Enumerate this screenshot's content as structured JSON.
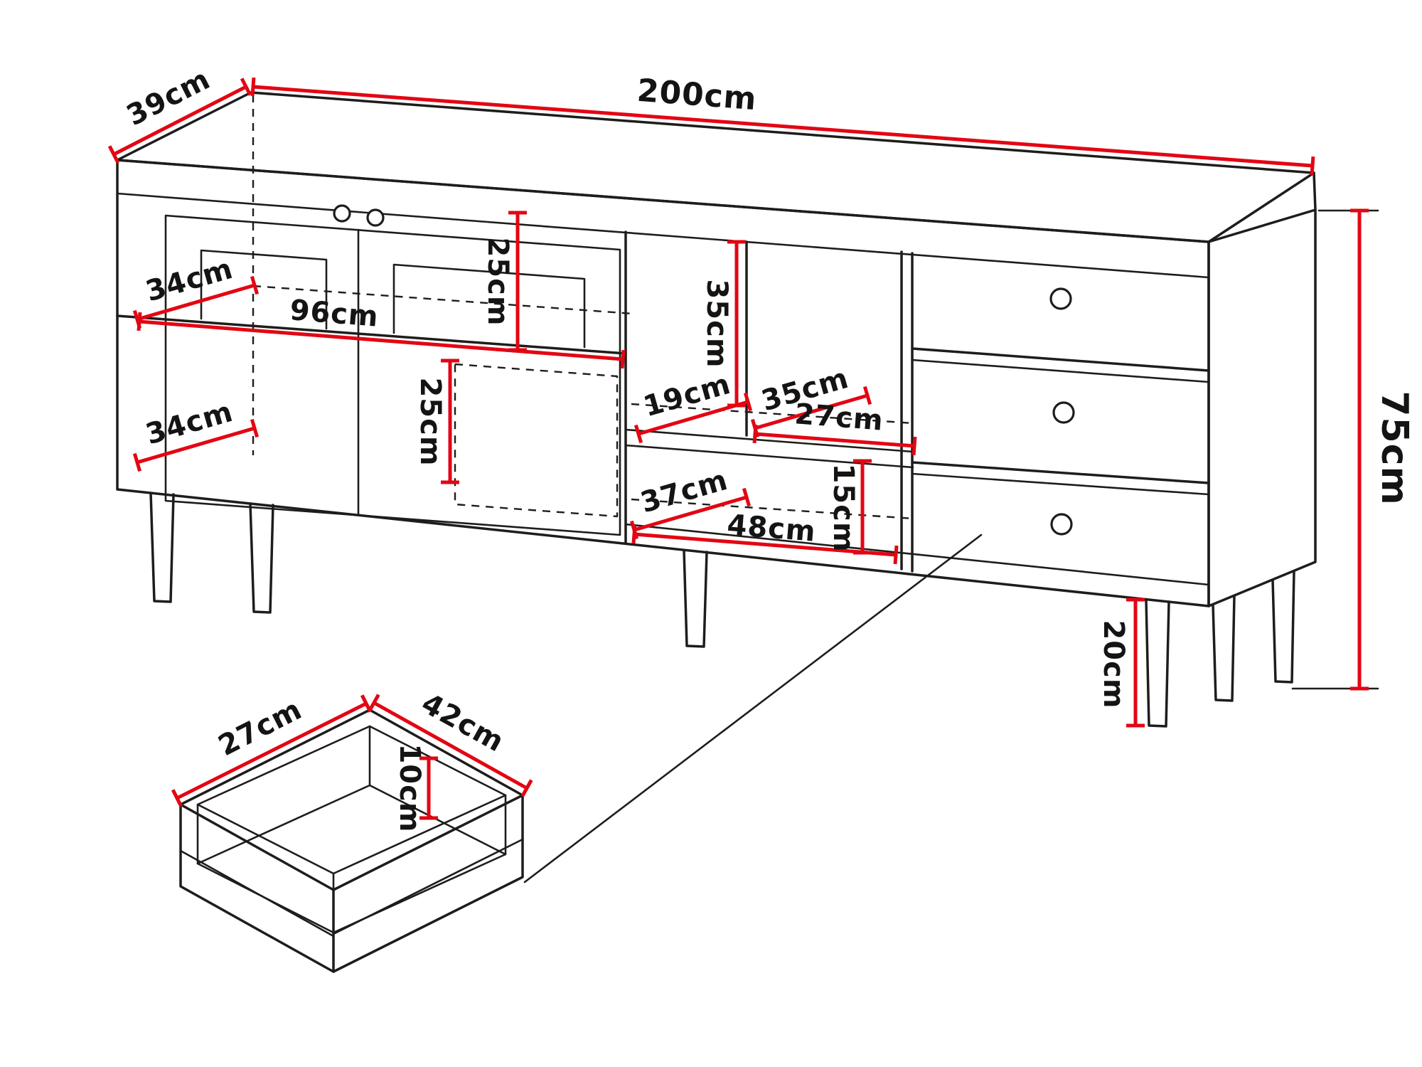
{
  "diagram": {
    "type": "furniture-dimension-diagram",
    "unit": "cm",
    "colors": {
      "outline": "#1d1d1b",
      "dimension_red": "#e30613",
      "background": "#ffffff"
    },
    "cabinet": {
      "depth": "39cm",
      "width": "200cm",
      "total_height": "75cm",
      "leg_height": "20cm",
      "left_shelf_depth_upper": "34cm",
      "left_shelf_width": "96cm",
      "left_upper_compartment_height": "25cm",
      "left_lower_compartment_height": "25cm",
      "left_shelf_depth_lower": "34cm",
      "middle_compartment_height": "35cm",
      "middle_niche_depth_left": "19cm",
      "middle_niche_depth_right": "35cm",
      "middle_niche_width": "27cm",
      "bottom_niche_depth": "37cm",
      "bottom_niche_width": "48cm",
      "bottom_niche_height": "15cm"
    },
    "drawer": {
      "inner_width": "27cm",
      "inner_depth": "42cm",
      "inner_height": "10cm"
    }
  }
}
